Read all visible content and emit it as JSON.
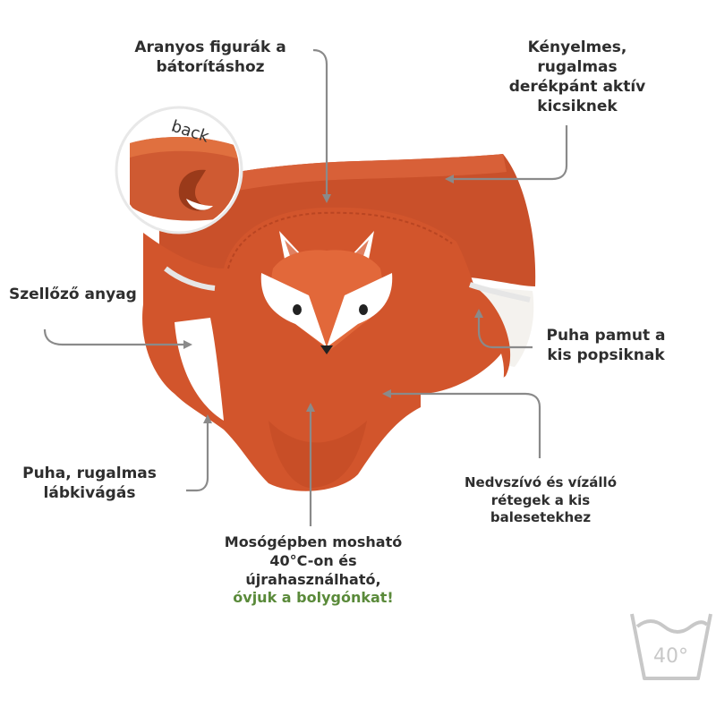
{
  "labels": {
    "figurak": [
      "Aranyos figurák a",
      "bátorításhoz"
    ],
    "derekpant": [
      "Kényelmes,",
      "rugalmas",
      "derékpánt aktív",
      "kicsiknek"
    ],
    "szellozo": [
      "Szellőző anyag"
    ],
    "pamut": [
      "Puha pamut a",
      "kis popsiknak"
    ],
    "labkivagas": [
      "Puha, rugalmas",
      "lábkivágás"
    ],
    "nedvszivo": [
      "Nedvszívó és vízálló",
      "rétegek a kis",
      "balesetekhez"
    ],
    "mosogep": [
      "Mosógépben mosható",
      "40°C-on és",
      "újrahasználható,"
    ],
    "mosogep_highlight": "óvjuk a bolygónkat!"
  },
  "inset": {
    "text": "back"
  },
  "wash_symbol": {
    "temperature": "40°"
  },
  "colors": {
    "fabric": "#d2552c",
    "fabric_dark": "#b94522",
    "arrow": "#8a8a8a",
    "text": "#2e2e2e",
    "highlight": "#5a8a3a",
    "symbol": "#c8c8c8"
  },
  "icons": [
    "fox-face-icon",
    "wash-40-icon",
    "fox-tail-icon"
  ]
}
